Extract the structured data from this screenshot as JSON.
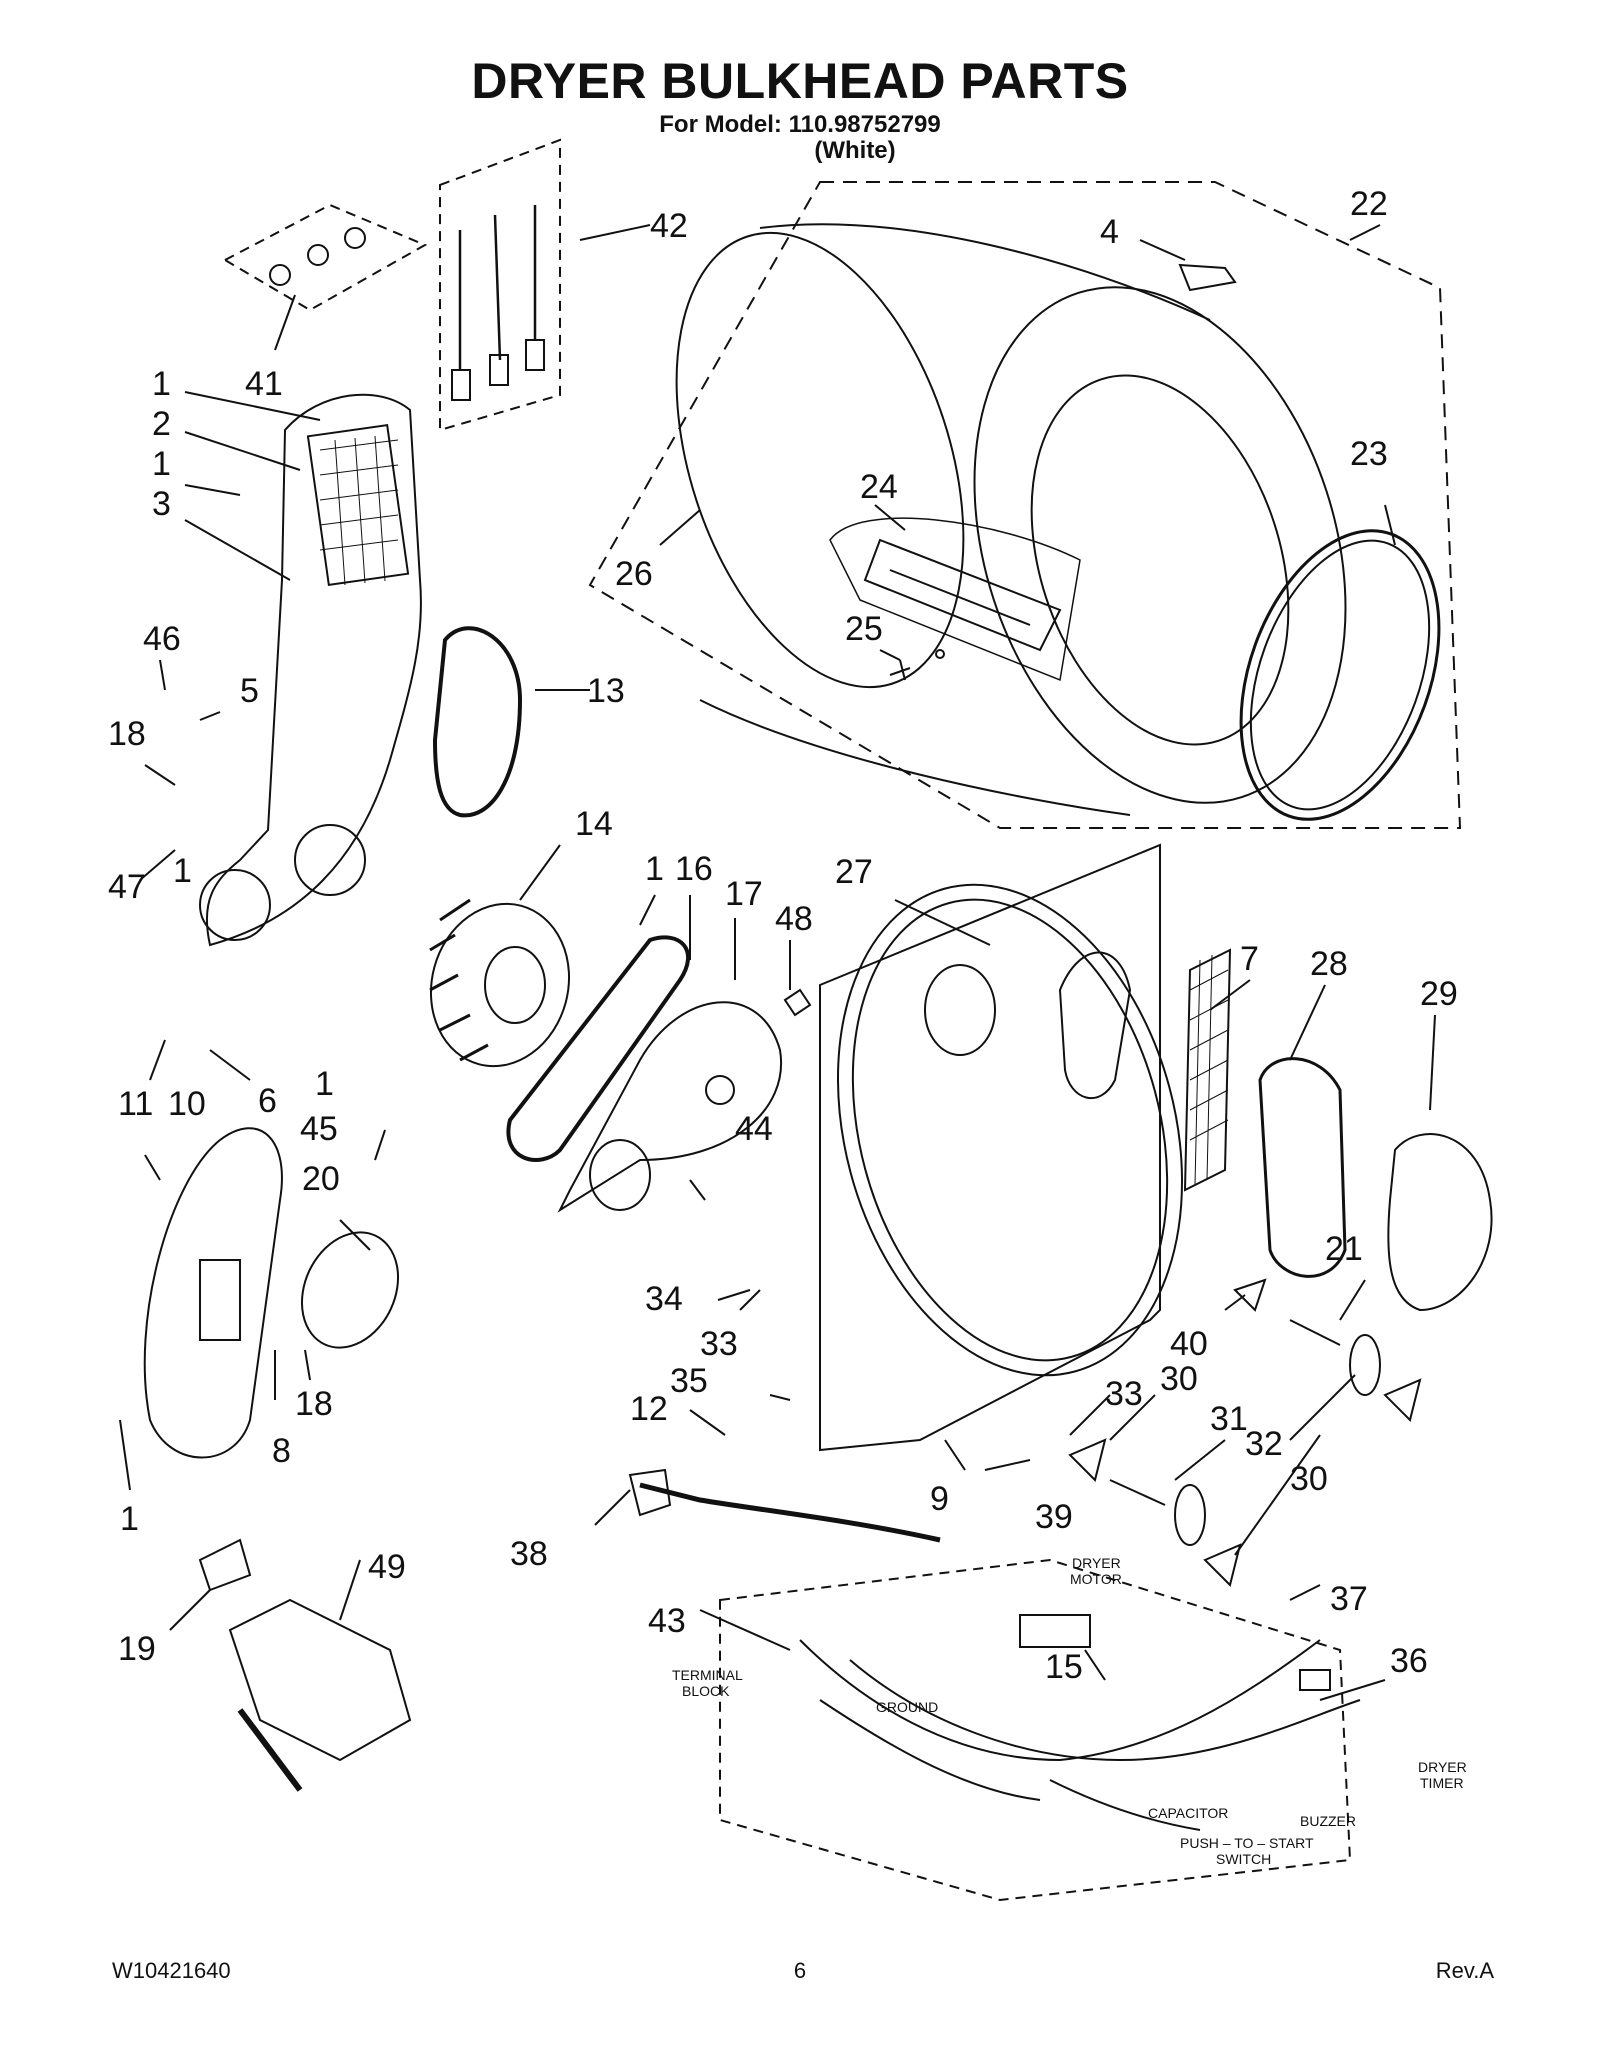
{
  "header": {
    "title": "DRYER BULKHEAD PARTS",
    "model_line": "For Model: 110.98752799",
    "color_line": "(White)"
  },
  "callouts": [
    {
      "id": "c-42",
      "text": "42"
    },
    {
      "id": "c-22",
      "text": "22"
    },
    {
      "id": "c-4",
      "text": "4"
    },
    {
      "id": "c-41",
      "text": "41"
    },
    {
      "id": "c-1a",
      "text": "1"
    },
    {
      "id": "c-2",
      "text": "2"
    },
    {
      "id": "c-1b",
      "text": "1"
    },
    {
      "id": "c-3",
      "text": "3"
    },
    {
      "id": "c-23",
      "text": "23"
    },
    {
      "id": "c-24",
      "text": "24"
    },
    {
      "id": "c-26",
      "text": "26"
    },
    {
      "id": "c-25",
      "text": "25"
    },
    {
      "id": "c-46",
      "text": "46"
    },
    {
      "id": "c-5",
      "text": "5"
    },
    {
      "id": "c-13",
      "text": "13"
    },
    {
      "id": "c-18a",
      "text": "18"
    },
    {
      "id": "c-14",
      "text": "14"
    },
    {
      "id": "c-47",
      "text": "47"
    },
    {
      "id": "c-1c",
      "text": "1"
    },
    {
      "id": "c-1d",
      "text": "1"
    },
    {
      "id": "c-16",
      "text": "16"
    },
    {
      "id": "c-17",
      "text": "17"
    },
    {
      "id": "c-48",
      "text": "48"
    },
    {
      "id": "c-27",
      "text": "27"
    },
    {
      "id": "c-7",
      "text": "7"
    },
    {
      "id": "c-28",
      "text": "28"
    },
    {
      "id": "c-29",
      "text": "29"
    },
    {
      "id": "c-10",
      "text": "10"
    },
    {
      "id": "c-6",
      "text": "6"
    },
    {
      "id": "c-11",
      "text": "11"
    },
    {
      "id": "c-1e",
      "text": "1"
    },
    {
      "id": "c-45",
      "text": "45"
    },
    {
      "id": "c-44",
      "text": "44"
    },
    {
      "id": "c-20",
      "text": "20"
    },
    {
      "id": "c-21",
      "text": "21"
    },
    {
      "id": "c-34",
      "text": "34"
    },
    {
      "id": "c-33a",
      "text": "33"
    },
    {
      "id": "c-40",
      "text": "40"
    },
    {
      "id": "c-35",
      "text": "35"
    },
    {
      "id": "c-30a",
      "text": "30"
    },
    {
      "id": "c-33b",
      "text": "33"
    },
    {
      "id": "c-18b",
      "text": "18"
    },
    {
      "id": "c-12",
      "text": "12"
    },
    {
      "id": "c-31",
      "text": "31"
    },
    {
      "id": "c-32",
      "text": "32"
    },
    {
      "id": "c-8",
      "text": "8"
    },
    {
      "id": "c-30b",
      "text": "30"
    },
    {
      "id": "c-1f",
      "text": "1"
    },
    {
      "id": "c-9",
      "text": "9"
    },
    {
      "id": "c-39",
      "text": "39"
    },
    {
      "id": "c-38",
      "text": "38"
    },
    {
      "id": "c-49",
      "text": "49"
    },
    {
      "id": "c-37",
      "text": "37"
    },
    {
      "id": "c-43",
      "text": "43"
    },
    {
      "id": "c-19",
      "text": "19"
    },
    {
      "id": "c-15",
      "text": "15"
    },
    {
      "id": "c-36",
      "text": "36"
    }
  ],
  "wire_labels": {
    "dryer_motor_1": "DRYER",
    "dryer_motor_2": "MOTOR",
    "terminal_block_1": "TERMINAL",
    "terminal_block_2": "BLOCK",
    "ground": "GROUND",
    "dryer_timer_1": "DRYER",
    "dryer_timer_2": "TIMER",
    "capacitor": "CAPACITOR",
    "buzzer": "BUZZER",
    "push_to_start_1": "PUSH – TO – START",
    "push_to_start_2": "SWITCH"
  },
  "footer": {
    "doc_number": "W10421640",
    "page_number": "6",
    "revision": "Rev.A"
  }
}
